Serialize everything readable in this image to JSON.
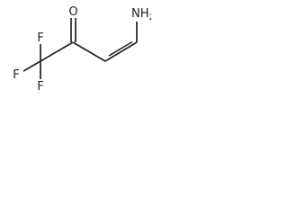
{
  "molecule": {
    "atoms": {
      "oxygen": "O",
      "fluorine_top": "F",
      "fluorine_left": "F",
      "fluorine_bottom": "F",
      "amine_main": "NH",
      "amine_subscript": "2"
    }
  }
}
